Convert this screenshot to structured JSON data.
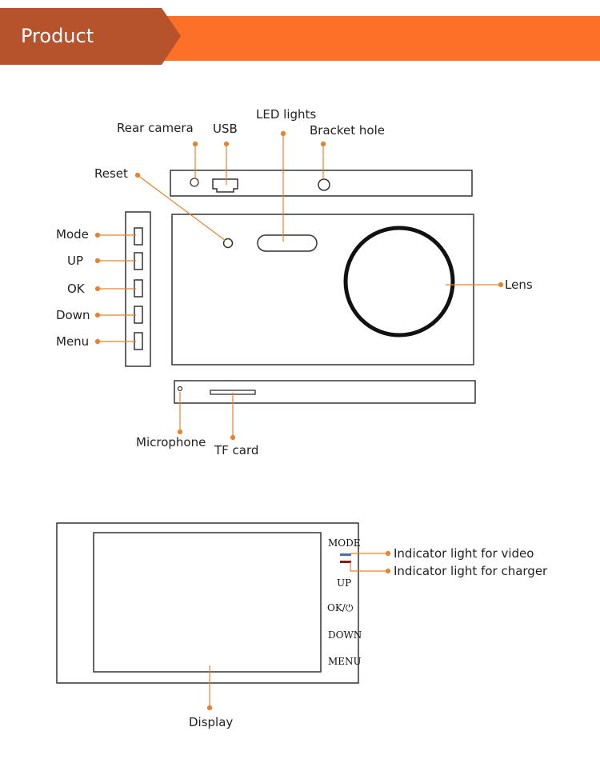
{
  "banner": {
    "title": "Product Details"
  },
  "colors": {
    "accent": "#fc7028",
    "accent_dark": "#b6532d",
    "video_light": "#4a6fb0",
    "charger_light": "#8b1c1c"
  },
  "top_diagram": {
    "labels": {
      "rear_camera": "Rear camera",
      "usb": "USB",
      "led_lights": "LED lights",
      "bracket_hole": "Bracket hole",
      "reset": "Reset",
      "mode": "Mode",
      "up": "UP",
      "ok": "OK",
      "down": "Down",
      "menu": "Menu",
      "lens": "Lens",
      "microphone": "Microphone",
      "tf_card": "TF card"
    }
  },
  "bottom_diagram": {
    "button_labels": {
      "mode": "MODE",
      "up": "UP",
      "ok": "OK/⏻",
      "down": "DOWN",
      "menu": "MENU"
    },
    "labels": {
      "video_indicator": "Indicator light for video",
      "charger_indicator": "Indicator light for charger",
      "display": "Display"
    }
  }
}
